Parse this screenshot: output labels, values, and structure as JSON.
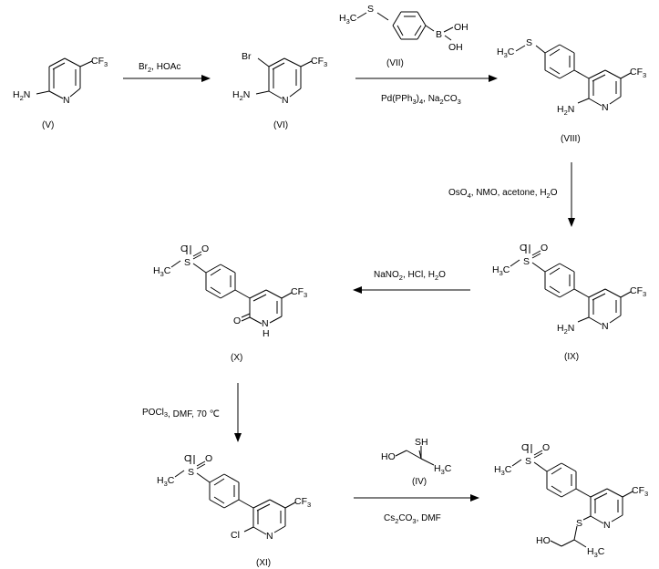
{
  "compounds": {
    "V": {
      "label": "(V)"
    },
    "VI": {
      "label": "(VI)"
    },
    "VII": {
      "label": "(VII)"
    },
    "VIII": {
      "label": "(VIII)"
    },
    "IX": {
      "label": "(IX)"
    },
    "X": {
      "label": "(X)"
    },
    "XI": {
      "label": "(XI)"
    },
    "IV": {
      "label": "(IV)"
    }
  },
  "atoms": {
    "cf3": "CF3",
    "h2n": "H2N",
    "br": "Br",
    "s": "S",
    "b": "B",
    "oh": "OH",
    "h3c": "H3C",
    "o": "O",
    "cl": "Cl",
    "nh": "N",
    "h": "H",
    "sh": "SH",
    "ho": "HO",
    "n": "N"
  },
  "conditions": {
    "step1": "Br2, HOAc",
    "step2": "Pd(PPh3)4, Na2CO3",
    "step3": "OsO4, NMO, acetone, H2O",
    "step4": "NaNO2, HCl, H2O",
    "step5": "POCl3, DMF, 70 ℃",
    "step6": "Cs2CO3, DMF"
  }
}
